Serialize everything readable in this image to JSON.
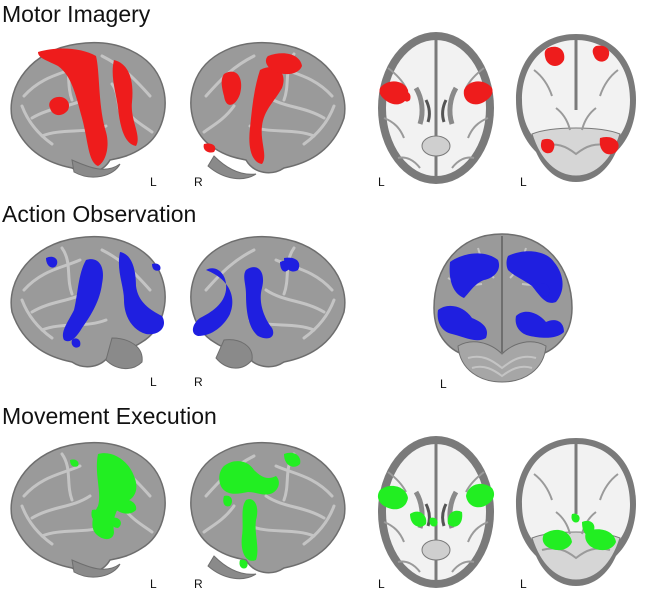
{
  "rows": [
    {
      "title": "Motor Imagery",
      "color": "#ee1c1c",
      "panels": [
        {
          "view": "left-lateral-3d",
          "side_label": "L"
        },
        {
          "view": "right-lateral-3d",
          "side_label": "R"
        },
        {
          "view": "axial-slice",
          "side_label": "L"
        },
        {
          "view": "coronal-slice",
          "side_label": "L"
        }
      ]
    },
    {
      "title": "Action Observation",
      "color": "#1f1fe0",
      "panels": [
        {
          "view": "left-lateral-3d",
          "side_label": "L"
        },
        {
          "view": "right-lateral-3d",
          "side_label": "R"
        },
        {
          "view": "posterior-3d",
          "side_label": "L"
        }
      ]
    },
    {
      "title": "Movement Execution",
      "color": "#22ee22",
      "panels": [
        {
          "view": "left-lateral-3d",
          "side_label": "L"
        },
        {
          "view": "right-lateral-3d",
          "side_label": "R"
        },
        {
          "view": "axial-slice",
          "side_label": "L"
        },
        {
          "view": "coronal-slice",
          "side_label": "L"
        }
      ]
    }
  ],
  "colors": {
    "brain_surface": "#9a9a9a",
    "brain_shadow": "#6e6e6e",
    "gyri": "#c4c4c4",
    "white_matter": "#f2f2f2",
    "grey_matter": "#7a7a7a"
  }
}
